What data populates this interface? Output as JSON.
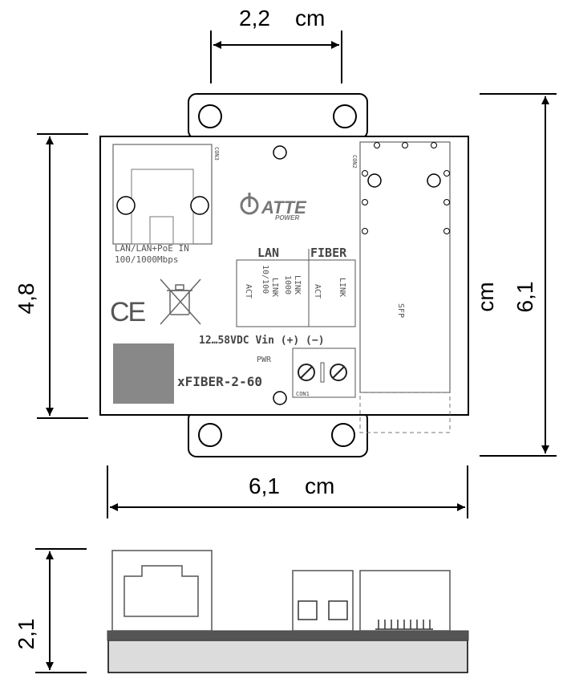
{
  "dimensions": {
    "top_width": "2,2",
    "top_unit": "cm",
    "height_left": "4,8",
    "height_right": "6,1",
    "height_right_unit": "cm",
    "bottom_width": "6,1",
    "bottom_unit": "cm",
    "side_height": "2,1"
  },
  "board": {
    "con3_label": "CON3",
    "con2_label": "CON2",
    "con1_label": "CON1",
    "lan_in_line1": "LAN/LAN+PoE IN",
    "lan_in_line2": "100/1000Mbps",
    "logo_text": "ATTE",
    "logo_sub": "POWER",
    "led_header_lan": "LAN",
    "led_header_fiber": "FIBER",
    "led_lan_1a": "10/100",
    "led_lan_1b": "LINK",
    "led_lan_2a": "1000",
    "led_lan_2b": "LINK",
    "led_lan_act": "ACT",
    "led_fiber_act": "ACT",
    "led_fiber_link": "LINK",
    "ce_mark": "CE",
    "power_label": "12…58VDC Vin (+) (−)",
    "pwr_label": "PWR",
    "model": "xFIBER-2-60",
    "sfp_label": "SFP"
  }
}
